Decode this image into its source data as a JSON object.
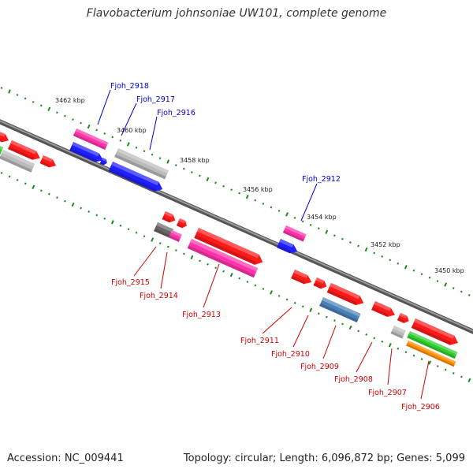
{
  "title": "Flavobacterium johnsoniae UW101, complete genome",
  "footer": {
    "accession": "Accession: NC_009441",
    "topology": "Topology: circular; Length: 6,096,872 bp; Genes: 5,099"
  },
  "colors": {
    "backbone": "#777777",
    "tick": "#1a8a1a",
    "label_forward": "#0000cc",
    "label_reverse": "#cc0000",
    "red": "#ff1a1a",
    "pink": "#ff33aa",
    "blue": "#1f1fff",
    "gray": "#bbbbbb",
    "darkgray": "#666666",
    "steelblue": "#4a80b8",
    "green": "#2fcf2f",
    "orange": "#ff8c00"
  },
  "kbp_labels": [
    "3462 kbp",
    "3460 kbp",
    "3458 kbp",
    "3456 kbp",
    "3454 kbp",
    "3452 kbp",
    "3450 kbp"
  ],
  "forward_genes": [
    "Fjoh_2918",
    "Fjoh_2917",
    "Fjoh_2916",
    "Fjoh_2912"
  ],
  "reverse_genes": [
    "Fjoh_2915",
    "Fjoh_2914",
    "Fjoh_2913",
    "Fjoh_2911",
    "Fjoh_2910",
    "Fjoh_2909",
    "Fjoh_2908",
    "Fjoh_2907",
    "Fjoh_2906"
  ]
}
